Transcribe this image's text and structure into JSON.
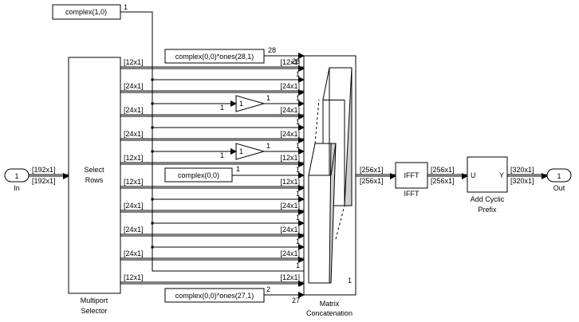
{
  "diagram": {
    "type": "simulink-block-diagram",
    "inport": {
      "number": "1",
      "name": "In",
      "signal_in": "[192x1]",
      "signal_out": "[192x1]"
    },
    "outport": {
      "number": "1",
      "name": "Out"
    },
    "selector": {
      "title_line1": "Select",
      "title_line2": "Rows",
      "name_line1": "Multiport",
      "name_line2": "Selector",
      "outputs": [
        "[12x1]",
        "[24x1]",
        "[24x1]",
        "[24x1]",
        "[12x1]",
        "[12x1]",
        "[24x1]",
        "[24x1]",
        "[24x1]",
        "[12x1]"
      ]
    },
    "constants": {
      "pilot": {
        "label": "complex(1,0)",
        "dim": "1"
      },
      "guard_top": {
        "label": "complex(0,0)*ones(28,1)",
        "dim": "28",
        "dim_out": "28"
      },
      "dc": {
        "label": "complex(0,0)",
        "dim": "1"
      },
      "guard_bottom": {
        "label": "complex(0,0)*ones(27,1)",
        "dim": "27",
        "dim_pre": "2"
      }
    },
    "gains": [
      {
        "value": "1",
        "in_dim": "1",
        "out_dim": "1"
      },
      {
        "value": "1",
        "in_dim": "1",
        "out_dim": "1"
      }
    ],
    "concat_inputs": [
      "28",
      "[12x1]",
      "1",
      "[24x1]",
      "1",
      "[24x1]",
      "1",
      "[24x1]",
      "1",
      "[12x1]",
      "1",
      "[12x1]",
      "1",
      "[24x1]",
      "1",
      "[24x1]",
      "1",
      "[24x1]",
      "1",
      "[12x1]",
      "27"
    ],
    "concat": {
      "name_line1": "Matrix",
      "name_line2": "Concatenation",
      "dim": "1",
      "out_top": "[256x1]",
      "out_bottom": "[256x1]"
    },
    "ifft": {
      "label": "IFFT",
      "name": "IFFT",
      "out_top": "[256x1]",
      "out_bottom": "[256x1]"
    },
    "cyclic": {
      "port_in": "U",
      "port_out": "Y",
      "name_line1": "Add Cyclic",
      "name_line2": "Prefix",
      "out_top": "[320x1]",
      "out_bottom": "[320x1]"
    }
  }
}
